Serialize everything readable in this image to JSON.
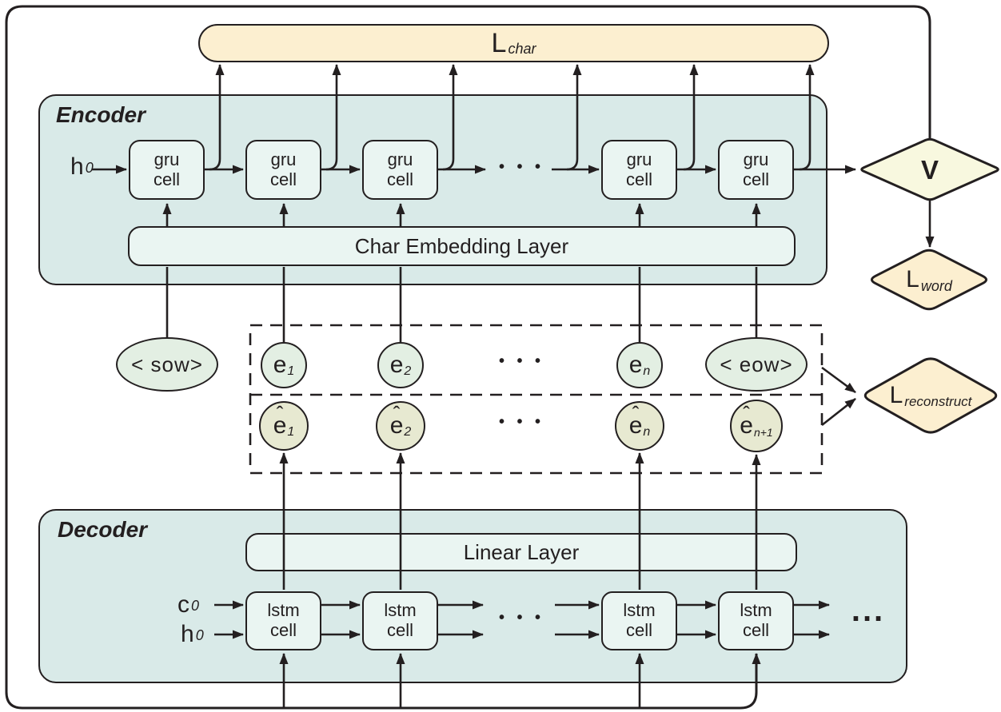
{
  "colors": {
    "outline": "#231f20",
    "panel_fill": "#d9eae8",
    "cell_fill": "#eaf5f2",
    "loss_fill": "#fcefd0",
    "v_fill": "#f8f8df",
    "embedding_fill": "#e3efe3",
    "predicted_fill": "#e7e9d1"
  },
  "loss_char": {
    "main": "L",
    "sub": "char"
  },
  "loss_word": {
    "main": "L",
    "sub": "word"
  },
  "loss_reconstruct": {
    "main": "L",
    "sub": "reconstruct"
  },
  "v_node": {
    "label": "V"
  },
  "encoder": {
    "label": "Encoder",
    "h0": {
      "main": "h",
      "sub": "0"
    },
    "layer": "Char Embedding Layer",
    "dots": "• • •",
    "cells": [
      {
        "l1": "gru",
        "l2": "cell"
      },
      {
        "l1": "gru",
        "l2": "cell"
      },
      {
        "l1": "gru",
        "l2": "cell"
      },
      {
        "l1": "gru",
        "l2": "cell"
      },
      {
        "l1": "gru",
        "l2": "cell"
      }
    ]
  },
  "embeddings": {
    "sow": "< sow>",
    "eow": "< eow>",
    "e1": {
      "main": "e",
      "sub": "1"
    },
    "e2": {
      "main": "e",
      "sub": "2"
    },
    "en": {
      "main": "e",
      "sub": "n"
    },
    "dots_e": "• • •",
    "ehat1": {
      "main": "e",
      "hat": "ˆ",
      "sub": "1"
    },
    "ehat2": {
      "main": "e",
      "hat": "ˆ",
      "sub": "2"
    },
    "ehatn": {
      "main": "e",
      "hat": "ˆ",
      "sub": "n"
    },
    "ehatn1": {
      "main": "e",
      "hat": "ˆ",
      "sub": "n+1"
    },
    "dots_ehat": "• • •"
  },
  "decoder": {
    "label": "Decoder",
    "c0": {
      "main": "c",
      "sub": "0"
    },
    "h0": {
      "main": "h",
      "sub": "0"
    },
    "layer": "Linear Layer",
    "dots": "• • •",
    "ellipsis": "...",
    "cells": [
      {
        "l1": "lstm",
        "l2": "cell"
      },
      {
        "l1": "lstm",
        "l2": "cell"
      },
      {
        "l1": "lstm",
        "l2": "cell"
      },
      {
        "l1": "lstm",
        "l2": "cell"
      }
    ]
  }
}
